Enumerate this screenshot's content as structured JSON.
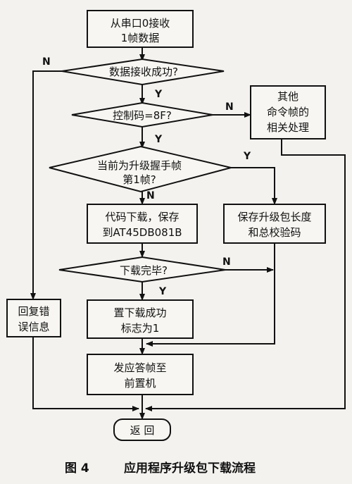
{
  "nodes": {
    "receive_frame": [
      "从串口0接收",
      "1帧数据"
    ],
    "receive_success": [
      "数据接收成功?"
    ],
    "control_code": [
      "控制码=8F?"
    ],
    "first_handshake": [
      "当前为升级握手帧",
      "第1帧?"
    ],
    "code_download": [
      "代码下载，保存",
      "到AT45DB081B"
    ],
    "save_length": [
      "保存升级包长度",
      "和总校验码"
    ],
    "download_done": [
      "下载完毕?"
    ],
    "set_success": [
      "置下载成功",
      "标志为1"
    ],
    "send_ack": [
      "发应答帧至",
      "前置机"
    ],
    "reply_error": [
      "回复错",
      "误信息"
    ],
    "other_cmd": [
      "其他",
      "命令帧的",
      "相关处理"
    ],
    "return": [
      "返 回"
    ]
  },
  "edge_labels": {
    "yes": "Y",
    "no": "N"
  },
  "caption": {
    "figure": "图 4",
    "title": "应用程序升级包下载流程"
  }
}
